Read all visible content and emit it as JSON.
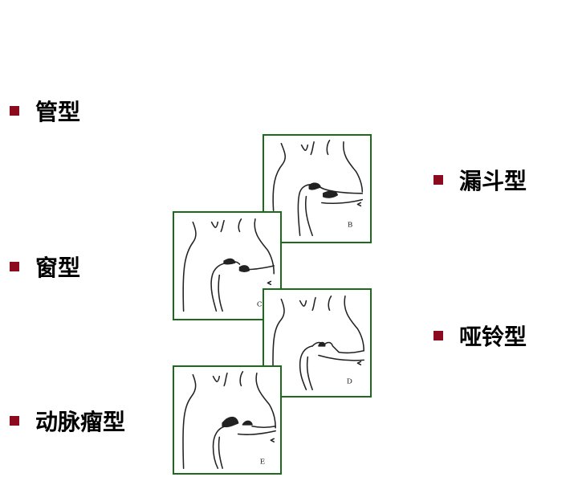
{
  "colors": {
    "bullet": "#8b0a1e",
    "panel_border": "#1b6b1b"
  },
  "types": {
    "tubular": "管型",
    "window": "窗型",
    "aneurysm": "动脉瘤型",
    "funnel": "漏斗型",
    "dumbbell": "哑铃型"
  },
  "panels": {
    "b": "B",
    "c": "C",
    "d": "D",
    "e": "E"
  }
}
